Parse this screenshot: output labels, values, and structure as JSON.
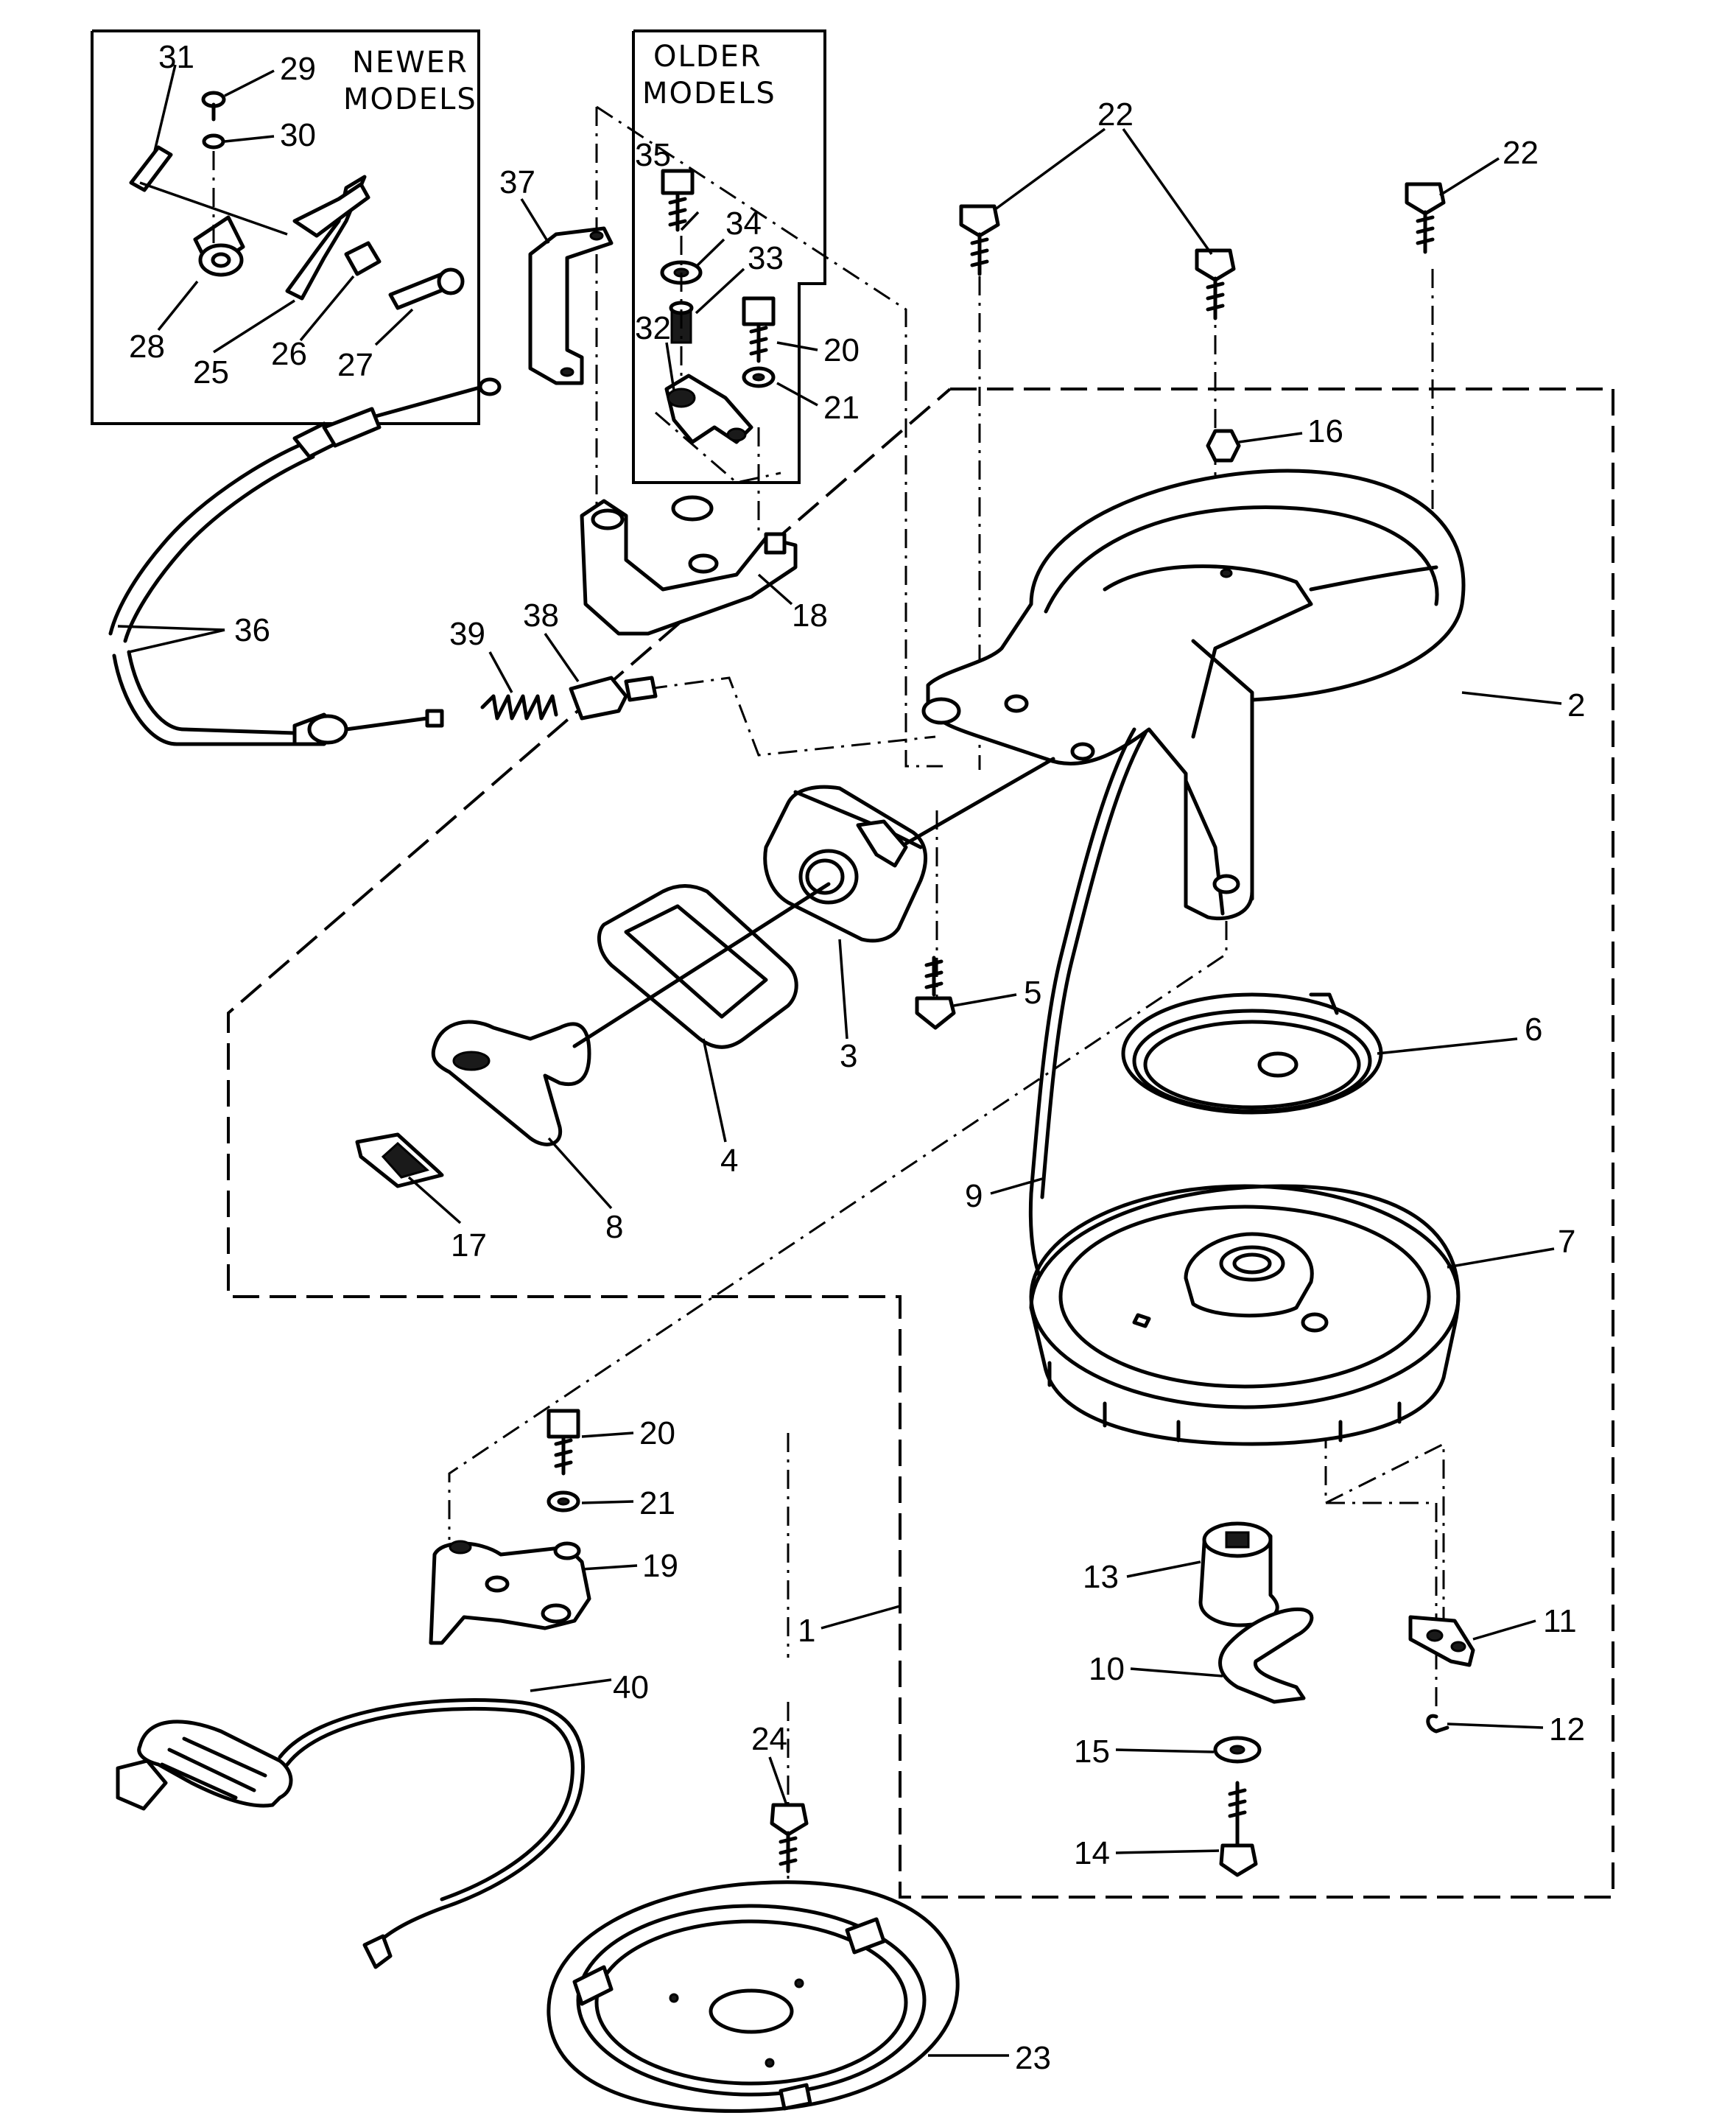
{
  "inset_labels": {
    "newer_line1": "NEWER",
    "newer_line2": "MODELS",
    "older_line1": "OLDER",
    "older_line2": "MODELS"
  },
  "callouts": [
    {
      "id": "c1",
      "text": "1"
    },
    {
      "id": "c2",
      "text": "2"
    },
    {
      "id": "c3",
      "text": "3"
    },
    {
      "id": "c4",
      "text": "4"
    },
    {
      "id": "c5",
      "text": "5"
    },
    {
      "id": "c6",
      "text": "6"
    },
    {
      "id": "c7",
      "text": "7"
    },
    {
      "id": "c8",
      "text": "8"
    },
    {
      "id": "c9",
      "text": "9"
    },
    {
      "id": "c10",
      "text": "10"
    },
    {
      "id": "c11",
      "text": "11"
    },
    {
      "id": "c12",
      "text": "12"
    },
    {
      "id": "c13",
      "text": "13"
    },
    {
      "id": "c14",
      "text": "14"
    },
    {
      "id": "c15",
      "text": "15"
    },
    {
      "id": "c16",
      "text": "16"
    },
    {
      "id": "c17",
      "text": "17"
    },
    {
      "id": "c18",
      "text": "18"
    },
    {
      "id": "c19",
      "text": "19"
    },
    {
      "id": "c20a",
      "text": "20"
    },
    {
      "id": "c20b",
      "text": "20"
    },
    {
      "id": "c21a",
      "text": "21"
    },
    {
      "id": "c21b",
      "text": "21"
    },
    {
      "id": "c22a",
      "text": "22"
    },
    {
      "id": "c22b",
      "text": "22"
    },
    {
      "id": "c23",
      "text": "23"
    },
    {
      "id": "c24",
      "text": "24"
    },
    {
      "id": "c25",
      "text": "25"
    },
    {
      "id": "c26",
      "text": "26"
    },
    {
      "id": "c27",
      "text": "27"
    },
    {
      "id": "c28",
      "text": "28"
    },
    {
      "id": "c29",
      "text": "29"
    },
    {
      "id": "c30",
      "text": "30"
    },
    {
      "id": "c31",
      "text": "31"
    },
    {
      "id": "c32",
      "text": "32"
    },
    {
      "id": "c33",
      "text": "33"
    },
    {
      "id": "c34",
      "text": "34"
    },
    {
      "id": "c35",
      "text": "35"
    },
    {
      "id": "c36",
      "text": "36"
    },
    {
      "id": "c37",
      "text": "37"
    },
    {
      "id": "c38",
      "text": "38"
    },
    {
      "id": "c39",
      "text": "39"
    },
    {
      "id": "c40",
      "text": "40"
    }
  ]
}
